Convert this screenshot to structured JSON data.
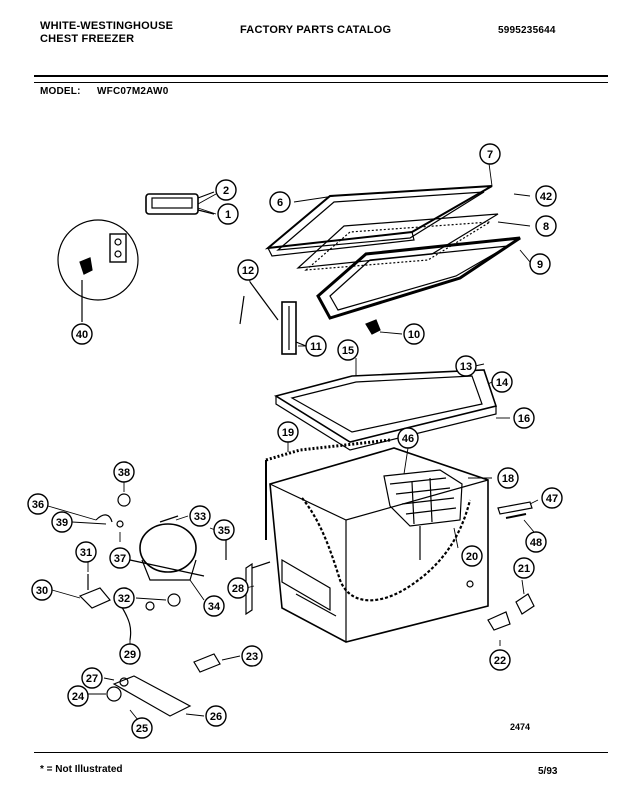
{
  "header": {
    "brand_line1": "WHITE-WESTINGHOUSE",
    "brand_line2": "CHEST FREEZER",
    "catalog_title": "FACTORY PARTS CATALOG",
    "part_number": "5995235644",
    "model_label": "MODEL:",
    "model_value": "WFC07M2AW0"
  },
  "footer": {
    "note": "* = Not Illustrated",
    "date": "5/93",
    "drawing_code": "2474"
  },
  "callouts": [
    "1",
    "2",
    "6",
    "7",
    "42",
    "8",
    "9",
    "12",
    "40",
    "11",
    "10",
    "15",
    "13",
    "14",
    "16",
    "19",
    "46",
    "18",
    "38",
    "36",
    "39",
    "33",
    "35",
    "37",
    "31",
    "30",
    "32",
    "34",
    "28",
    "29",
    "20",
    "21",
    "47",
    "48",
    "22",
    "23",
    "27",
    "24",
    "25",
    "26"
  ]
}
